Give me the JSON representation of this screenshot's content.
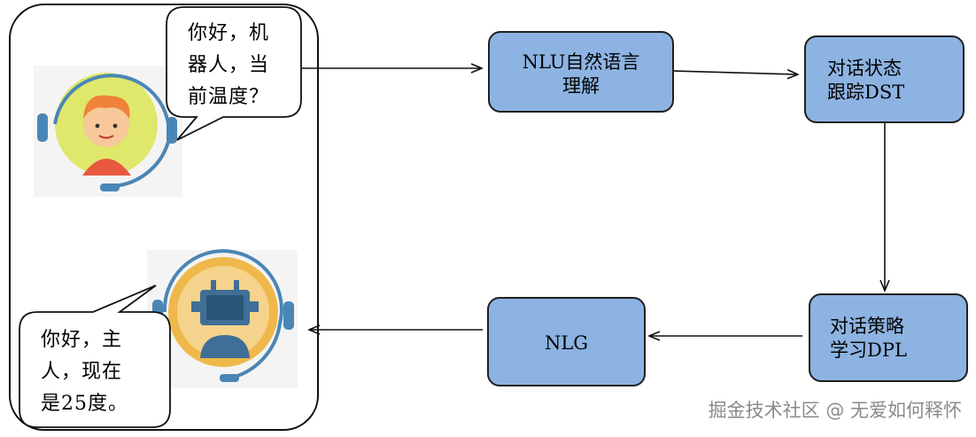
{
  "user_bubble": {
    "lines": [
      "你好，机",
      "器人，当",
      "前温度？"
    ]
  },
  "robot_bubble": {
    "lines": [
      "你好，主",
      "人，现在",
      "是25度。"
    ]
  },
  "nodes": {
    "nlu": {
      "lines": [
        "NLU自然语言",
        "理解"
      ]
    },
    "dst": {
      "lines": [
        "对话状态",
        "跟踪DST"
      ]
    },
    "dpl": {
      "lines": [
        "对话策略",
        "学习DPL"
      ]
    },
    "nlg": {
      "lines": [
        "NLG"
      ]
    }
  },
  "colors": {
    "node_fill": "#8db3e2",
    "node_border": "#1f1f1f",
    "user_ring": "#dfe86a",
    "robot_ring": "#f0b84a"
  },
  "icons": {
    "user": "user-headset-avatar-icon",
    "robot": "robot-headset-avatar-icon"
  },
  "watermark": "掘金技术社区 @ 无爱如何释怀"
}
